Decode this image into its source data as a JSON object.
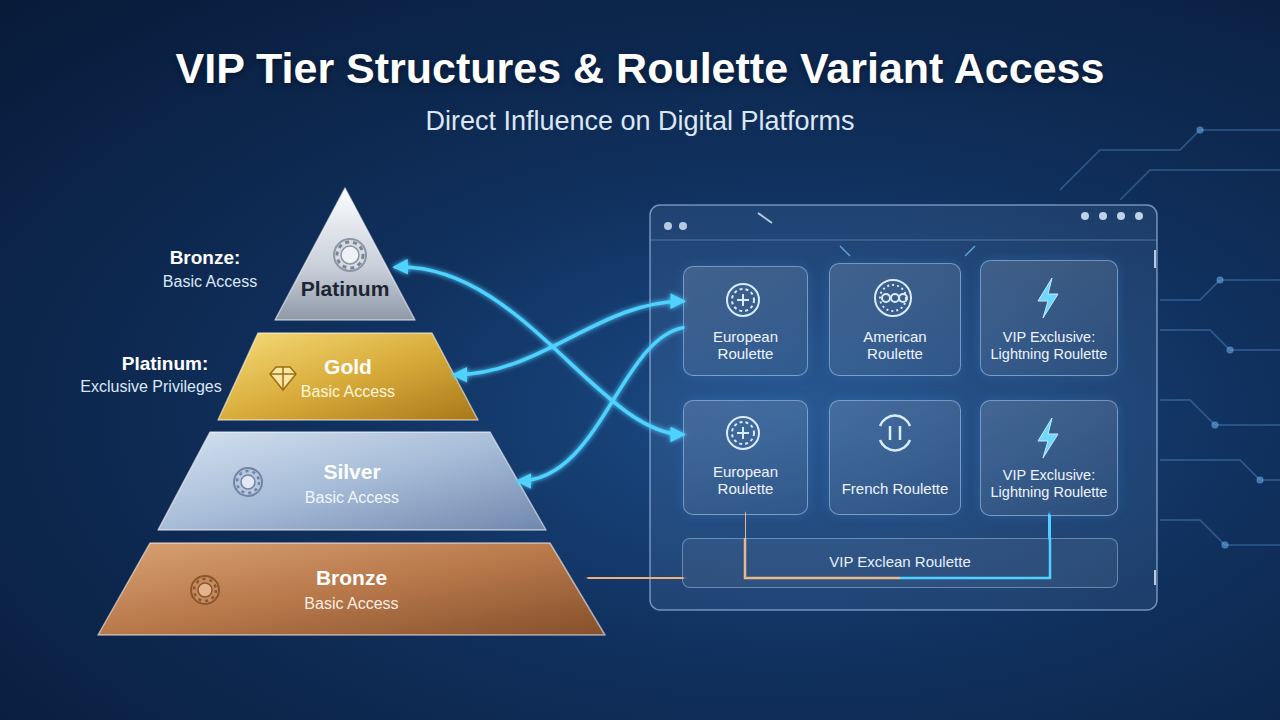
{
  "diagram": {
    "title": "VIP Tier Structures & Roulette Variant Access",
    "nodes": [
      {
        "text": [
          "Platinum"
        ]
      },
      {
        "text": [
          "Gold",
          "Basic Access"
        ]
      },
      {
        "text": [
          "Silver",
          "Basic Access"
        ]
      },
      {
        "text": [
          "Bronze",
          "Basic Access"
        ]
      },
      {
        "text": [
          "European Roulette"
        ]
      },
      {
        "text": [
          "American Roulette"
        ]
      },
      {
        "text": [
          "VIP Exclusive: Lightning Roulette"
        ]
      },
      {
        "text": [
          "European Roulette"
        ]
      },
      {
        "text": [
          "French Roulette"
        ]
      },
      {
        "text": [
          "VIP Exclusive: Lightning Roulette"
        ]
      },
      {
        "text": [
          "VIP Exclean Roulette"
        ]
      }
    ],
    "edges": [
      {
        "from": 7,
        "to": 0,
        "arrow": "both"
      },
      {
        "from": 4,
        "to": 1,
        "arrow": "both"
      },
      {
        "from": 4,
        "to": 2,
        "arrow": "to"
      },
      {
        "from": 10,
        "to": 7,
        "arrow": "to"
      },
      {
        "from": 10,
        "to": 9,
        "arrow": "to"
      },
      {
        "from": 10,
        "to": 3,
        "arrow": "to"
      }
    ],
    "labels": [
      "Direct Influence on Digital Platforms",
      "Bronze:",
      "Basic Access",
      "Platinum:",
      "Exclusive Privileges"
    ]
  }
}
